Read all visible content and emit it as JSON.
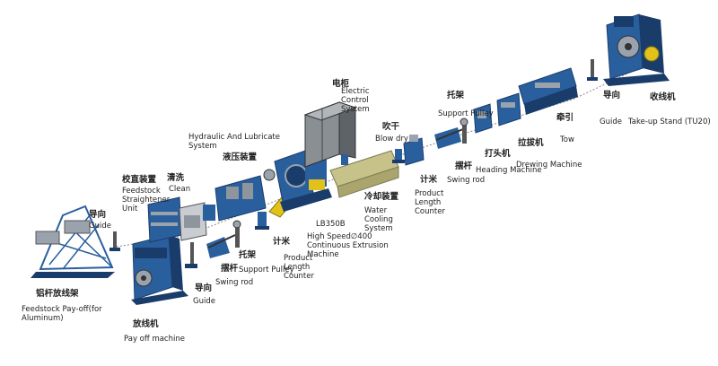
{
  "colors": {
    "machine_blue": "#2a5f9e",
    "machine_dark": "#1a3c6b",
    "frame_gray": "#9aa3ad",
    "cabinet_gray": "#6e7378",
    "accent_yellow": "#e2c21a",
    "accent_olive": "#c7c28a",
    "background": "#ffffff"
  },
  "labels": {
    "payoff_al_zh": "铝杆放线架",
    "payoff_al_en": "Feedstock Pay-off(for Aluminum)",
    "payoff_zh": "放线机",
    "payoff_en": "Pay off machine",
    "guide1_zh": "导向",
    "guide1_en": "Guide",
    "guide2_zh": "导向",
    "guide2_en": "Guide",
    "straightener_zh": "校直装置",
    "straightener_en": "Feedstock Straightener Unit",
    "clean_zh": "清洗",
    "clean_en": "Clean",
    "hydraulic_en": "Hydraulic And Lubricate System",
    "hydraulic_zh": "液压装置",
    "swing1_zh": "摆杆",
    "swing1_en": "Swing rod",
    "support1_zh": "托架",
    "support1_en": "Support Pulley",
    "counter1_zh": "计米",
    "counter1_en": "Product Length Counter",
    "cabinet_zh": "电柜",
    "cabinet_en": "Electric Control System",
    "extrusion_model": "LB350B",
    "extrusion_en": "High Speed∅400 Continuous Extrusion Machine",
    "cooling_zh": "冷却装置",
    "cooling_en": "Water Cooling System",
    "blow_zh": "吹干",
    "blow_en": "Blow dry",
    "counter2_zh": "计米",
    "counter2_en": "Product Length Counter",
    "swing2_zh": "摆杆",
    "swing2_en": "Swing rod",
    "support2_zh": "托架",
    "support2_en": "Support Pulley",
    "heading_zh": "打头机",
    "heading_en": "Heading Machine",
    "drawing_zh": "拉拔机",
    "drawing_en": "Drewing Machine",
    "tow_zh": "牵引",
    "tow_en": "Tow",
    "guide3_en": "Guide",
    "guide3_zh": "导向",
    "takeup_zh": "收线机",
    "takeup_en": "Take-up Stand (TU20)"
  }
}
